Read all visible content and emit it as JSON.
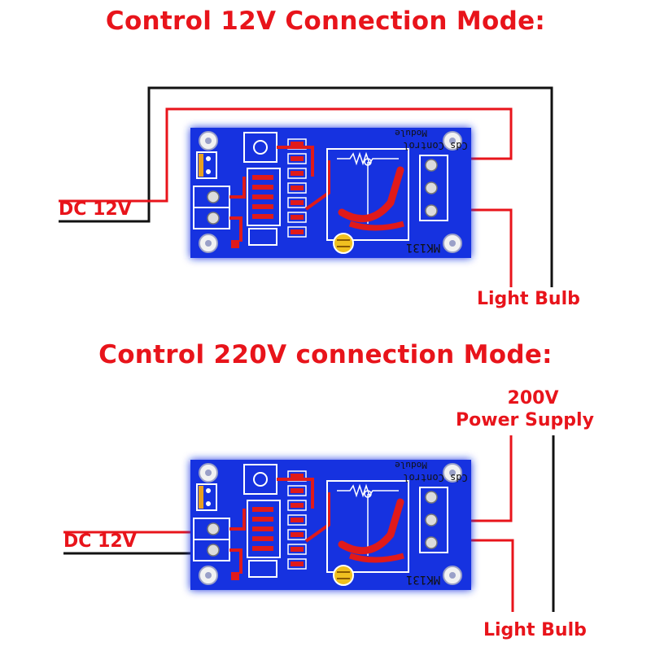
{
  "section_12v": {
    "title": "Control 12V Connection Mode:",
    "dc_label": "DC 12V",
    "load_label": "Light Bulb"
  },
  "section_220v": {
    "title": "Control 220V connection Mode:",
    "dc_label": "DC 12V",
    "supply_label_line1": "200V",
    "supply_label_line2": "Power Supply",
    "load_label": "Light Bulb"
  },
  "board": {
    "silkscreen_title": "Cds Control",
    "silkscreen_subtitle": "Module",
    "model": "MK131"
  },
  "colors": {
    "title_red": "#e8141b",
    "wire_red": "#e8141b",
    "wire_black": "#111111",
    "pcb_blue": "#1530e0",
    "trace_red": "#e01a1a"
  }
}
